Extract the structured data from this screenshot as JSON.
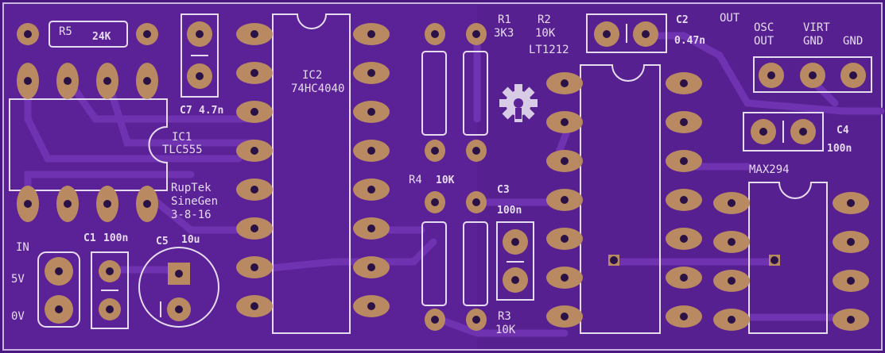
{
  "colors": {
    "board": "#5b2196",
    "board_dark": "#4a1780",
    "trace": "#6a2cab",
    "silk": "#e6dcef",
    "pad": "#b98a62",
    "hole": "#2a1246"
  },
  "logo_icon": "open-hardware-gear-icon",
  "labels": {
    "r5": "R5",
    "r5_val": "24K",
    "c7": "C7",
    "c7_val": "4.7n",
    "ic1": "IC1",
    "ic1_part": "TLC555",
    "brand1": "RupTek",
    "brand2": "SineGen",
    "brand3": "3-8-16",
    "in": "IN",
    "v5": "5V",
    "v0": "0V",
    "c1": "C1",
    "c1_val": "100n",
    "c5": "C5",
    "c5_val": "10u",
    "ic2": "IC2",
    "ic2_part": "74HC4040",
    "r1": "R1",
    "r1_val": "3K3",
    "r2": "R2",
    "r2_val": "10K",
    "lt": "LT1212",
    "c2": "C2",
    "c2_val": "0.47n",
    "out": "OUT",
    "osc1": "OSC",
    "osc2": "OUT",
    "virt1": "VIRT",
    "virt2": "GND",
    "gnd": "GND",
    "c4": "C4",
    "c4_val": "100n",
    "max": "MAX294",
    "r4": "R4",
    "r4_val": "10K",
    "c3": "C3",
    "c3_val": "100n",
    "r3": "R3",
    "r3_val": "10K"
  }
}
